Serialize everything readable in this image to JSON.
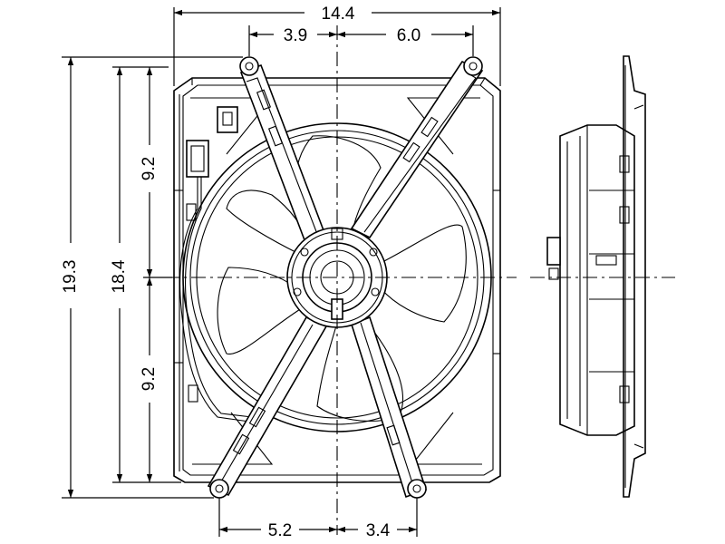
{
  "drawing": {
    "subject": "radiator-cooling-fan-assembly",
    "views": [
      "front",
      "side"
    ],
    "dimensions": {
      "overall_width": "14.4",
      "top_left_offset": "3.9",
      "top_right_offset": "6.0",
      "overall_height": "19.3",
      "shroud_height": "18.4",
      "upper_half_height": "9.2",
      "lower_half_height": "9.2",
      "bottom_left_offset": "5.2",
      "bottom_right_offset": "3.4"
    }
  }
}
